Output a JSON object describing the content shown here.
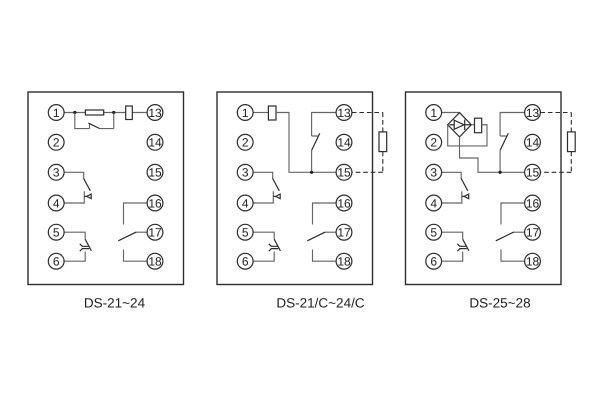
{
  "page": {
    "background": "#ffffff",
    "kind": "relay-internal-wiring-diagrams"
  },
  "colors": {
    "bg": "#ffffff",
    "wire": "#666666",
    "sym": "#2d2d2d"
  },
  "diagrams": [
    {
      "label": "DS-21~24",
      "terminals_left": [
        "1",
        "2",
        "3",
        "4",
        "5",
        "6"
      ],
      "terminals_right": [
        "13",
        "14",
        "15",
        "16",
        "17",
        "18"
      ],
      "components": [
        "series-resistor-1-13",
        "shunt-resistor-1-13",
        "bypass-contact-across-resistor",
        "make-contact-3-4",
        "break-contact-5-6",
        "changeover-contact-16-17-18"
      ]
    },
    {
      "label": "DS-21/C~24/C",
      "terminals_left": [
        "1",
        "2",
        "3",
        "4",
        "5",
        "6"
      ],
      "terminals_right": [
        "13",
        "14",
        "15",
        "16",
        "17",
        "18"
      ],
      "components": [
        "coil-resistor-from-1",
        "break-contact-13-15",
        "external-resistor-dashed-13-15",
        "make-contact-3-4",
        "break-contact-5-6",
        "changeover-contact-16-17-18"
      ]
    },
    {
      "label": "DS-25~28",
      "terminals_left": [
        "1",
        "2",
        "3",
        "4",
        "5",
        "6"
      ],
      "terminals_right": [
        "13",
        "14",
        "15",
        "16",
        "17",
        "18"
      ],
      "components": [
        "bridge-rectifier-from-1",
        "coil-resistor",
        "break-contact-13-15",
        "external-resistor-dashed-13-15",
        "make-contact-3-4",
        "break-contact-5-6",
        "changeover-contact-16-17-18"
      ]
    }
  ]
}
